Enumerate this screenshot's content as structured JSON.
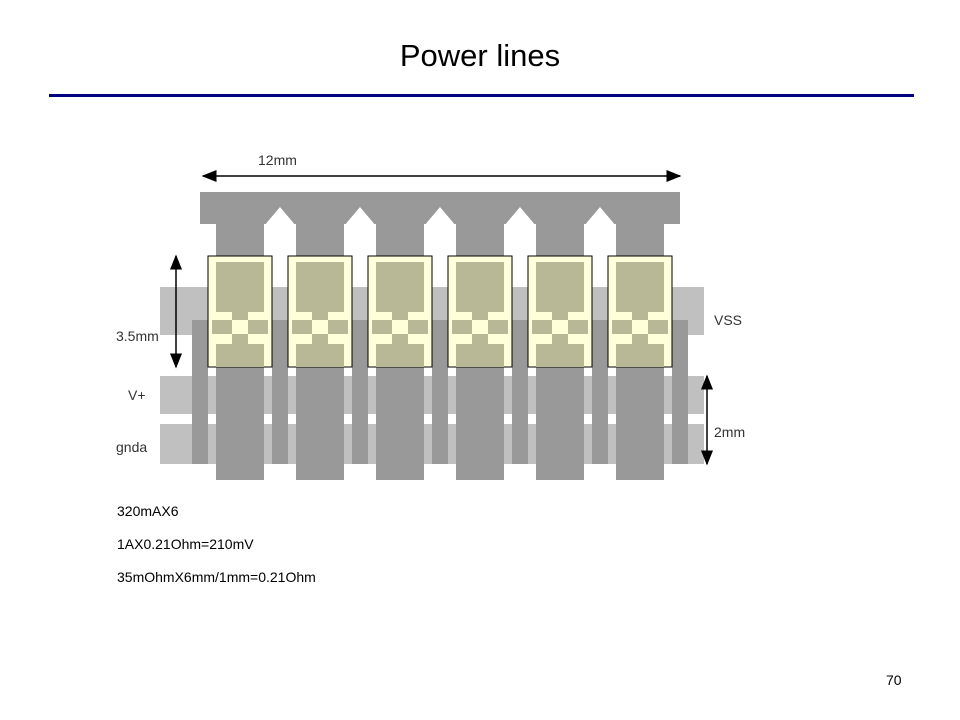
{
  "title": "Power lines",
  "page_number": "70",
  "dimension_labels": {
    "width": "12mm",
    "height": "3.5mm",
    "bus": "2mm"
  },
  "bus_labels": {
    "vss": "VSS",
    "vplus": "V+",
    "gnda": "gnda"
  },
  "notes": [
    "320mAX6",
    "1AX0.21Ohm=210mV",
    "35mOhmX6mm/1mm=0.21Ohm"
  ],
  "colors": {
    "title_rule": "#000080",
    "bus_bar": "#c0c0c0",
    "trace": "#999999",
    "chip_outline_fill": "#ffffd9",
    "pad": "#b8b896"
  }
}
